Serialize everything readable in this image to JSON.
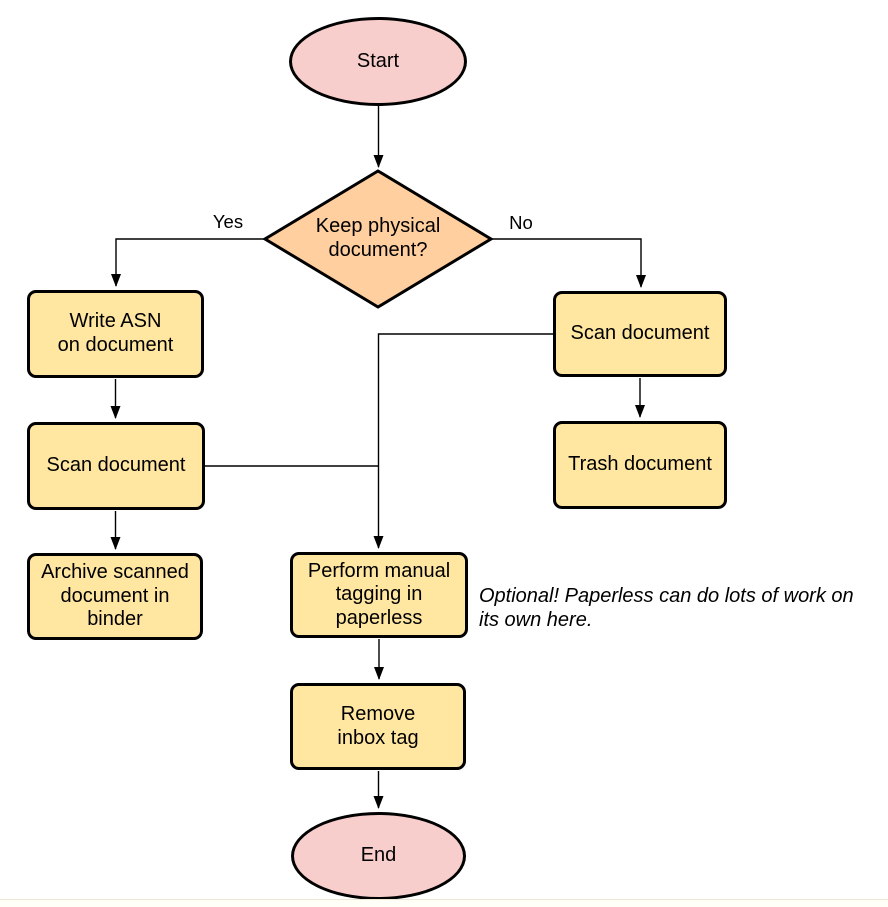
{
  "nodes": {
    "start": "Start",
    "decision": "Keep physical\ndocument?",
    "write_asn": "Write ASN\non document",
    "scan_left": "Scan document",
    "archive": "Archive scanned\ndocument in\nbinder",
    "scan_right": "Scan document",
    "trash": "Trash document",
    "tagging": "Perform manual\ntagging in\npaperless",
    "remove_inbox": "Remove\ninbox tag",
    "end": "End"
  },
  "edge_labels": {
    "yes": "Yes",
    "no": "No"
  },
  "annotation": "Optional! Paperless can do lots of work on\nits own here.",
  "colors": {
    "terminal_fill": "#F8CECC",
    "decision_fill": "#FFCFA0",
    "process_fill": "#FFE6A1",
    "stroke": "#000000"
  }
}
